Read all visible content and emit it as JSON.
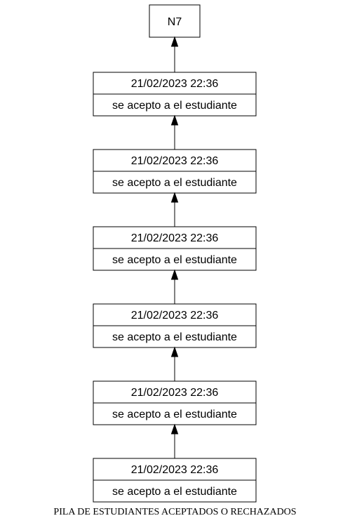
{
  "top_node": {
    "label": "N7"
  },
  "records": [
    {
      "timestamp": "21/02/2023 22:36",
      "message": "se acepto a el estudiante"
    },
    {
      "timestamp": "21/02/2023 22:36",
      "message": "se acepto a el estudiante"
    },
    {
      "timestamp": "21/02/2023 22:36",
      "message": "se acepto a el estudiante"
    },
    {
      "timestamp": "21/02/2023 22:36",
      "message": "se acepto a el estudiante"
    },
    {
      "timestamp": "21/02/2023 22:36",
      "message": "se acepto a el estudiante"
    },
    {
      "timestamp": "21/02/2023 22:36",
      "message": "se acepto a el estudiante"
    }
  ],
  "caption": "PILA DE ESTUDIANTES ACEPTADOS O RECHAZADOS"
}
